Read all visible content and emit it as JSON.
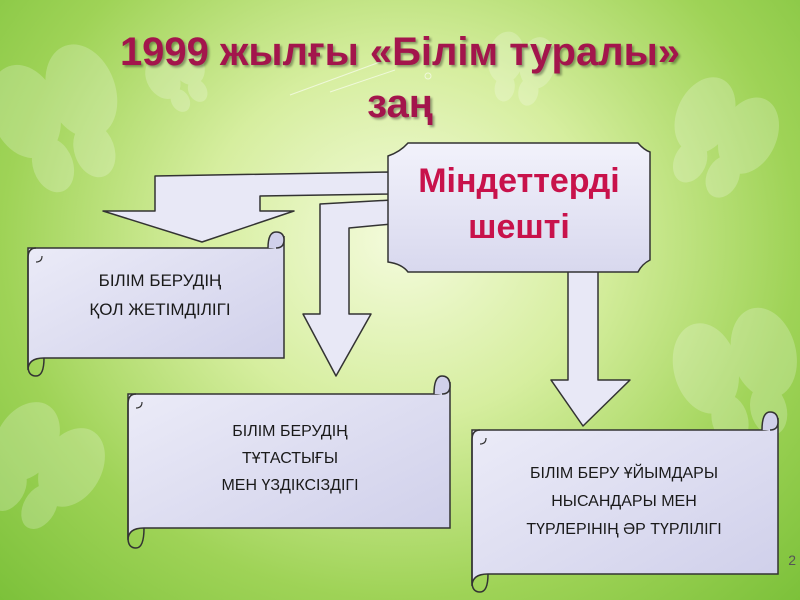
{
  "slide": {
    "title_line1": "1999 жылғы «Білім туралы»",
    "title_line2": "заң",
    "central_box": {
      "line1": "Міндеттерді",
      "line2": "шешті"
    },
    "scrolls": [
      {
        "lines": [
          "БІЛІМ БЕРУДІҢ",
          "ҚОЛ ЖЕТІМДІЛІГІ"
        ]
      },
      {
        "lines": [
          "БІЛІМ БЕРУДІҢ",
          "ТҰТАСТЫҒЫ",
          "МЕН ҮЗДІКСІЗДІГІ"
        ]
      },
      {
        "lines": [
          "БІЛІМ БЕРУ ҰЙЫМДАРЫ",
          "НЫСАНДАРЫ МЕН",
          "ТҮРЛЕРІНІҢ ӘР ТҮРЛІЛІГІ"
        ]
      }
    ],
    "page_number": "2"
  },
  "colors": {
    "title": "#a3154c",
    "central_text": "#c8124b",
    "scroll_fill": "#dcdcf2",
    "arrow_fill": "#e6e6f6"
  }
}
